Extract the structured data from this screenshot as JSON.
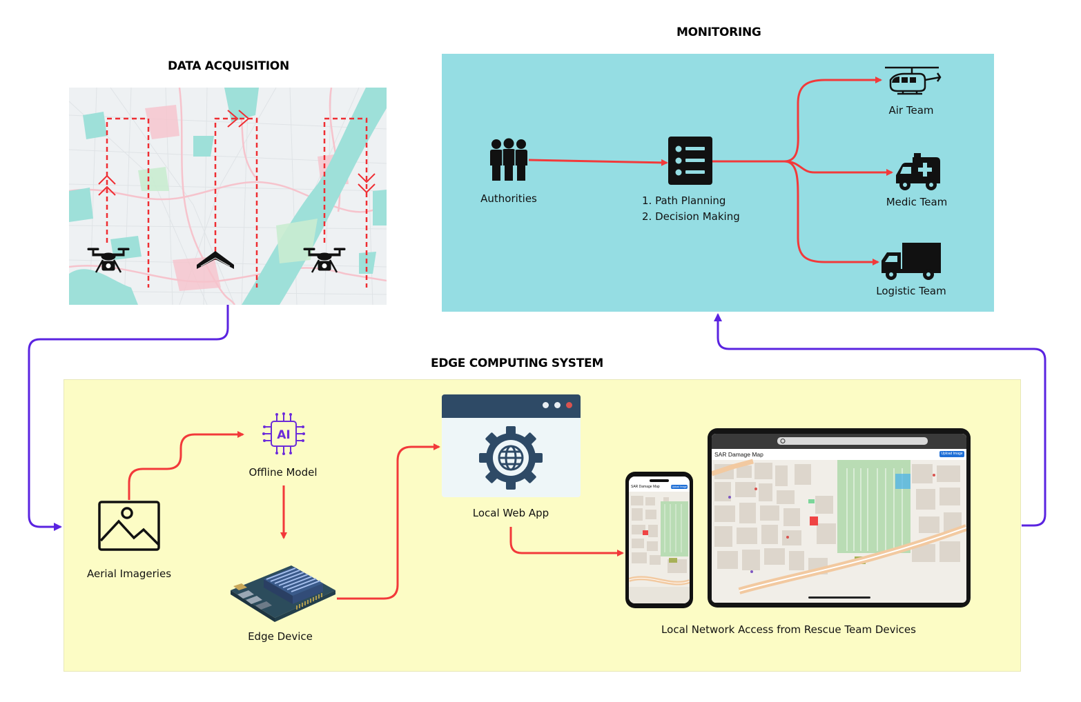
{
  "sections": {
    "data_acquisition": "DATA ACQUISITION",
    "monitoring": "MONITORING",
    "edge_computing": "EDGE COMPUTING SYSTEM"
  },
  "monitoring": {
    "authorities": "Authorities",
    "path_planning": "1. Path Planning",
    "decision_making": "2. Decision Making",
    "air_team": "Air Team",
    "medic_team": "Medic Team",
    "logistic_team": "Logistic Team"
  },
  "edge": {
    "aerial_imageries": "Aerial Imageries",
    "offline_model": "Offline Model",
    "ai_chip_text": "AI",
    "edge_device": "Edge Device",
    "local_web_app": "Local Web App",
    "local_network_access": "Local Network Access from Rescue Team Devices"
  },
  "devices": {
    "map_title": "SAR Damage Map",
    "upload_button": "Upload Image"
  },
  "colors": {
    "monitoring_bg": "#95dde3",
    "edge_bg": "#fcfcc5",
    "flow_arrow": "#f2393a",
    "loop_arrow": "#5a23e0",
    "web_app_bar": "#2e4a66"
  },
  "icons": {
    "drone": "quadcopter-drone-icon",
    "fixed_wing": "fixed-wing-drone-icon",
    "authorities": "group-of-people-icon",
    "plan": "checklist-icon",
    "air": "helicopter-icon",
    "medic": "ambulance-icon",
    "logistic": "truck-icon",
    "image": "image-icon",
    "ai": "ai-chip-icon",
    "edge": "circuit-board-icon",
    "web": "globe-gear-icon"
  }
}
